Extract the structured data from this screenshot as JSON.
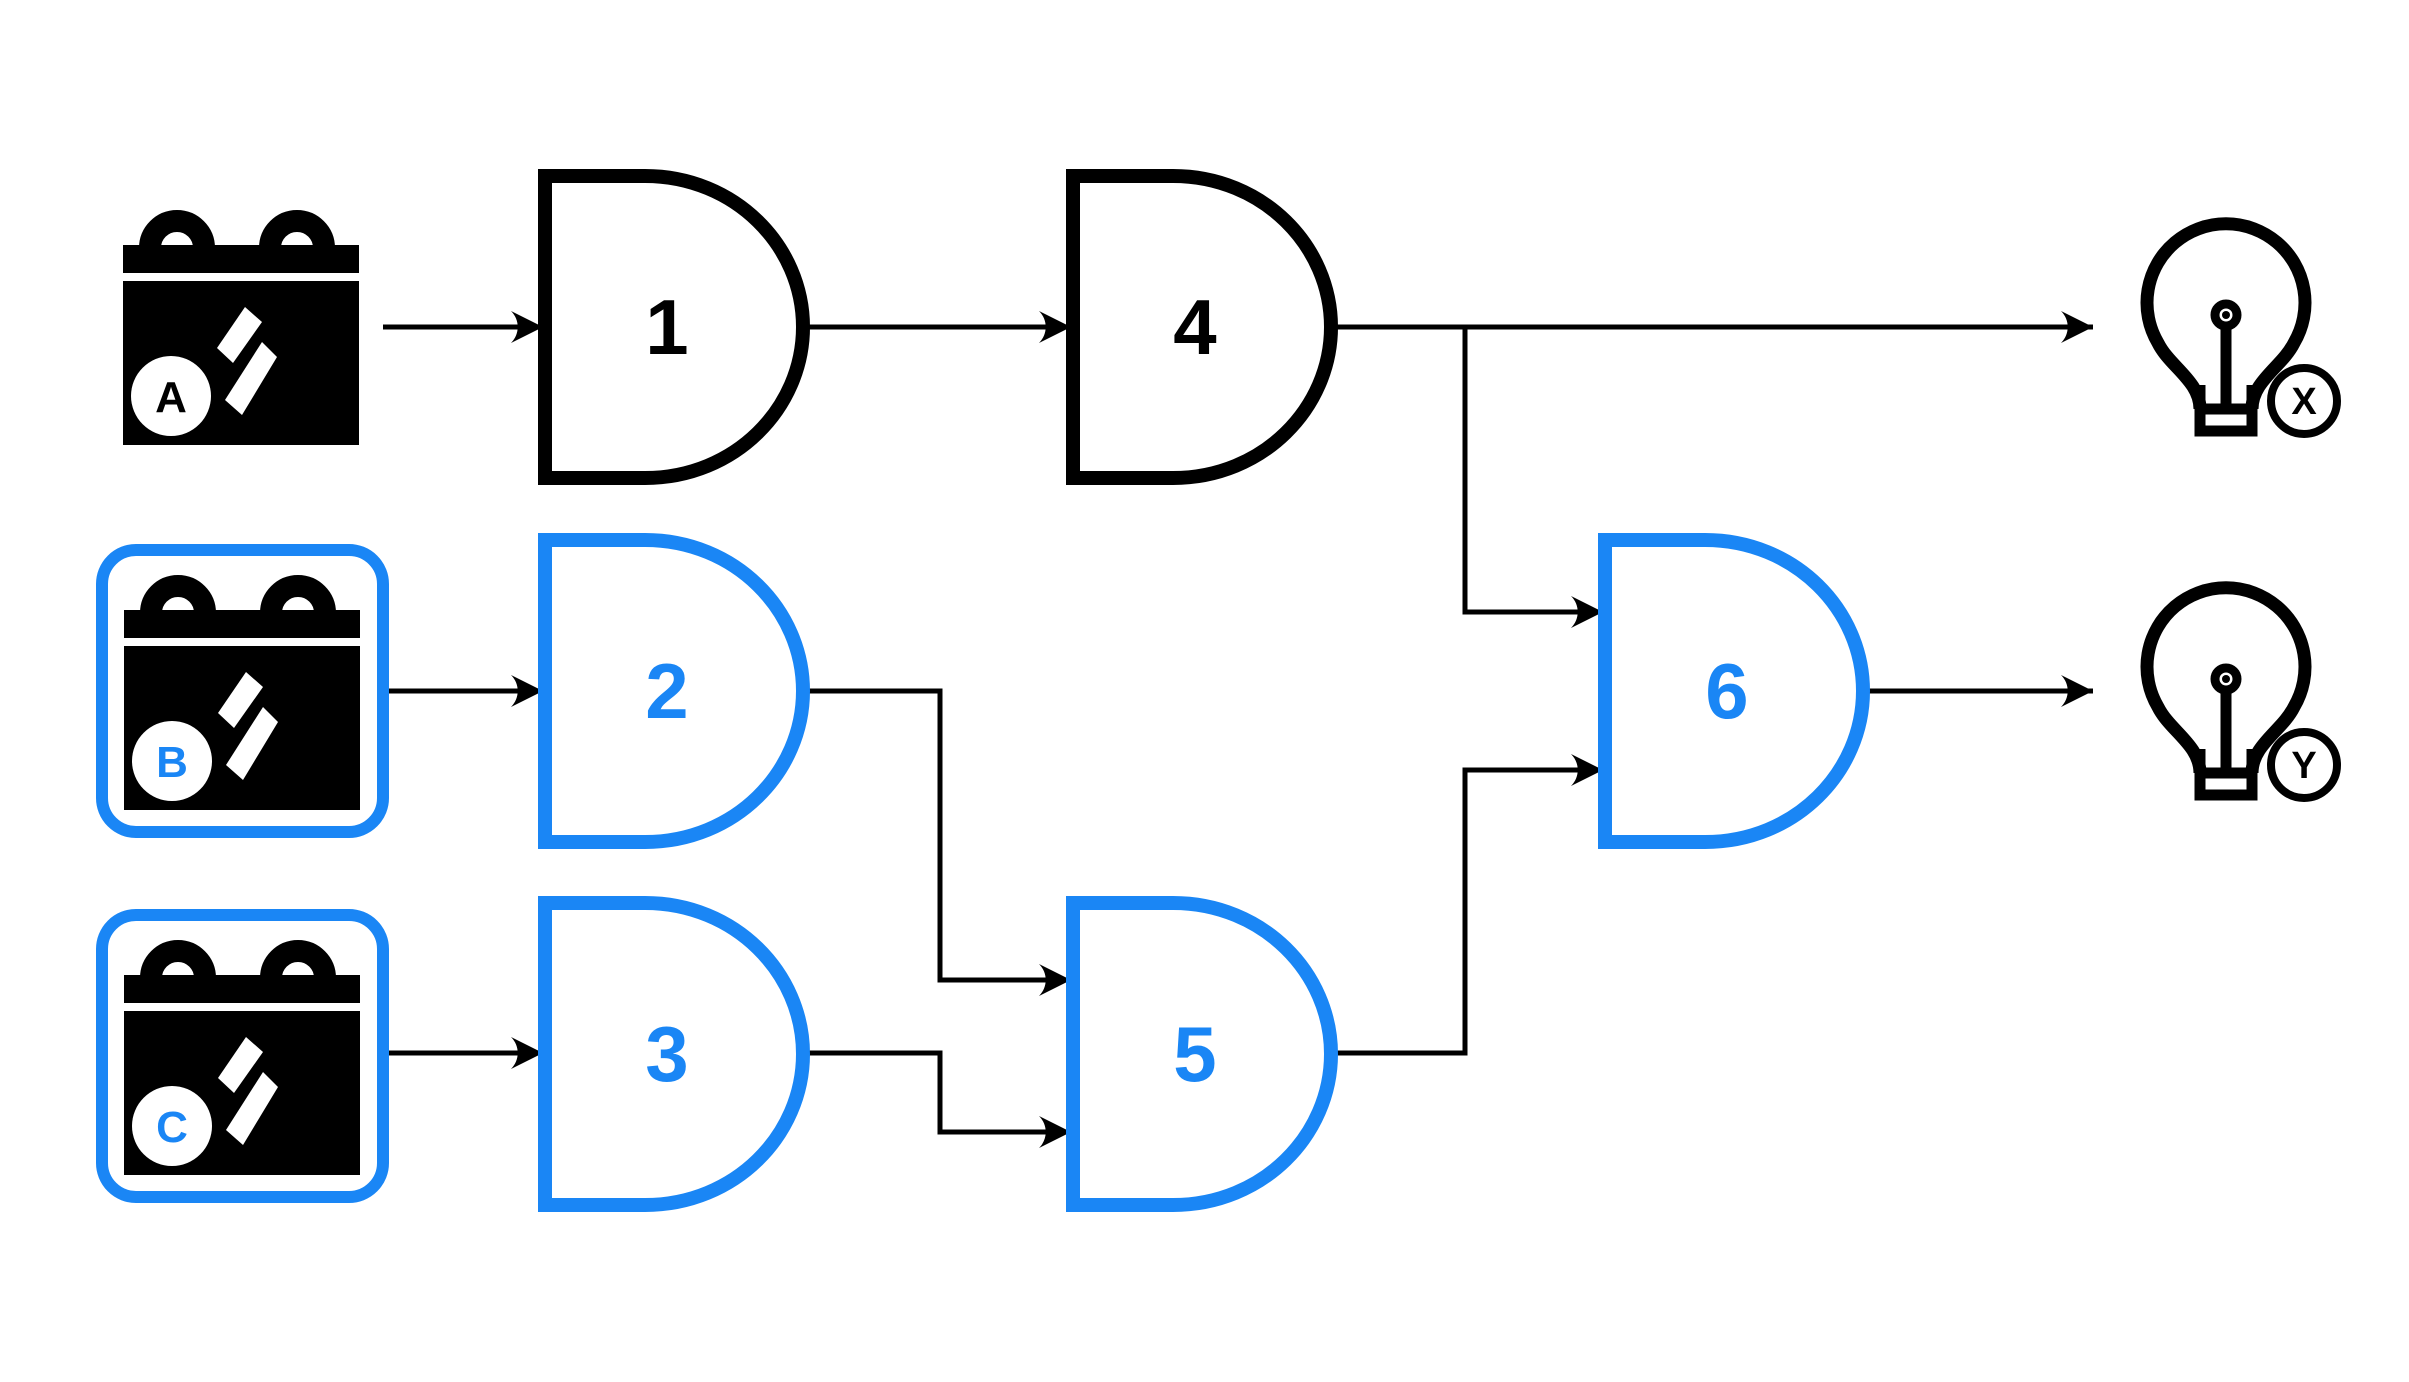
{
  "colors": {
    "accent_blue": "#1a86f5",
    "wire_black": "#000000",
    "background": "#ffffff"
  },
  "sources": [
    {
      "label": "A",
      "highlighted": false,
      "label_color": "#000000"
    },
    {
      "label": "B",
      "highlighted": true,
      "label_color": "#1a86f5"
    },
    {
      "label": "C",
      "highlighted": true,
      "label_color": "#1a86f5"
    }
  ],
  "gates": [
    {
      "label": "1",
      "color": "black",
      "stroke": "#000000"
    },
    {
      "label": "2",
      "color": "blue",
      "stroke": "#1a86f5"
    },
    {
      "label": "3",
      "color": "blue",
      "stroke": "#1a86f5"
    },
    {
      "label": "4",
      "color": "black",
      "stroke": "#000000"
    },
    {
      "label": "5",
      "color": "blue",
      "stroke": "#1a86f5"
    },
    {
      "label": "6",
      "color": "blue",
      "stroke": "#1a86f5"
    }
  ],
  "outputs": [
    {
      "label": "X"
    },
    {
      "label": "Y"
    }
  ],
  "connections": [
    {
      "from": "A",
      "to": "1"
    },
    {
      "from": "B",
      "to": "2"
    },
    {
      "from": "C",
      "to": "3"
    },
    {
      "from": "1",
      "to": "4"
    },
    {
      "from": "4",
      "to": "X"
    },
    {
      "from": "4",
      "to": "6"
    },
    {
      "from": "2",
      "to": "5"
    },
    {
      "from": "3",
      "to": "5"
    },
    {
      "from": "5",
      "to": "6"
    },
    {
      "from": "6",
      "to": "Y"
    }
  ]
}
